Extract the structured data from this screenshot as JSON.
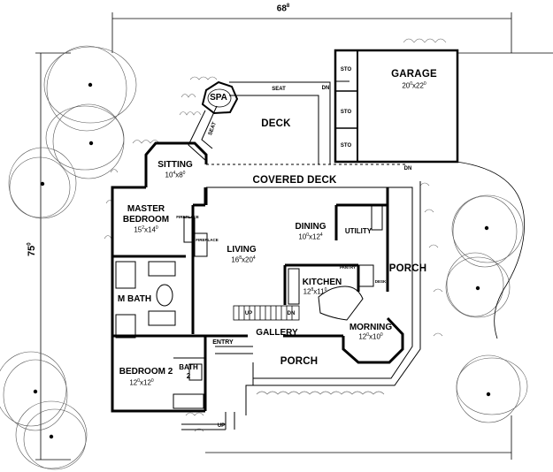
{
  "dimensions": {
    "width": "68",
    "width_sup": "8",
    "depth": "75",
    "depth_sup": "0"
  },
  "rooms": {
    "spa": {
      "name": "SPA"
    },
    "seat_top": {
      "name": "SEAT"
    },
    "seat_side": {
      "name": "SEAT"
    },
    "dn_spa": {
      "name": "DN"
    },
    "deck": {
      "name": "DECK"
    },
    "garage": {
      "name": "GARAGE",
      "size": "20",
      "size_sup": "0",
      "size_x": "x22",
      "size_x_sup": "0"
    },
    "storage": [
      "STO",
      "STO",
      "STO"
    ],
    "dn_garage": {
      "name": "DN"
    },
    "sitting": {
      "name": "SITTING",
      "size": "10",
      "size_sup": "4",
      "size_x": "x8",
      "size_x_sup": "0"
    },
    "covered_deck": {
      "name": "COVERED DECK"
    },
    "master_bedroom": {
      "name1": "MASTER",
      "name2": "BEDROOM",
      "size": "15",
      "size_sup": "2",
      "size_x": "x14",
      "size_x_sup": "0"
    },
    "fireplace_1": {
      "name": "FIREPLACE"
    },
    "fireplace_2": {
      "name": "FIREPLACE"
    },
    "dining": {
      "name": "DINING",
      "size": "10",
      "size_sup": "0",
      "size_x": "x12",
      "size_x_sup": "4"
    },
    "utility": {
      "name": "UTILITY"
    },
    "living": {
      "name": "LIVING",
      "size": "16",
      "size_sup": "8",
      "size_x": "x20",
      "size_x_sup": "4"
    },
    "pantry": {
      "name": "PANTRY"
    },
    "porch_right": {
      "name": "PORCH"
    },
    "desk": {
      "name": "DESK"
    },
    "kitchen": {
      "name": "KITCHEN",
      "size": "12",
      "size_sup": "8",
      "size_x": "x11",
      "size_x_sup": "0"
    },
    "master_bath": {
      "name": "M BATH"
    },
    "stairs_up": {
      "name": "UP"
    },
    "stairs_dn": {
      "name": "DN"
    },
    "morning": {
      "name": "MORNING",
      "size": "12",
      "size_sup": "0",
      "size_x": "x10",
      "size_x_sup": "0"
    },
    "gallery": {
      "name": "GALLERY"
    },
    "entry": {
      "name": "ENTRY"
    },
    "porch_front": {
      "name": "PORCH"
    },
    "bedroom2": {
      "name": "BEDROOM 2",
      "size": "12",
      "size_sup": "0",
      "size_x": "x12",
      "size_x_sup": "0"
    },
    "bath2": {
      "name1": "BATH",
      "name2": "2"
    },
    "up_front": {
      "name": "UP"
    }
  }
}
